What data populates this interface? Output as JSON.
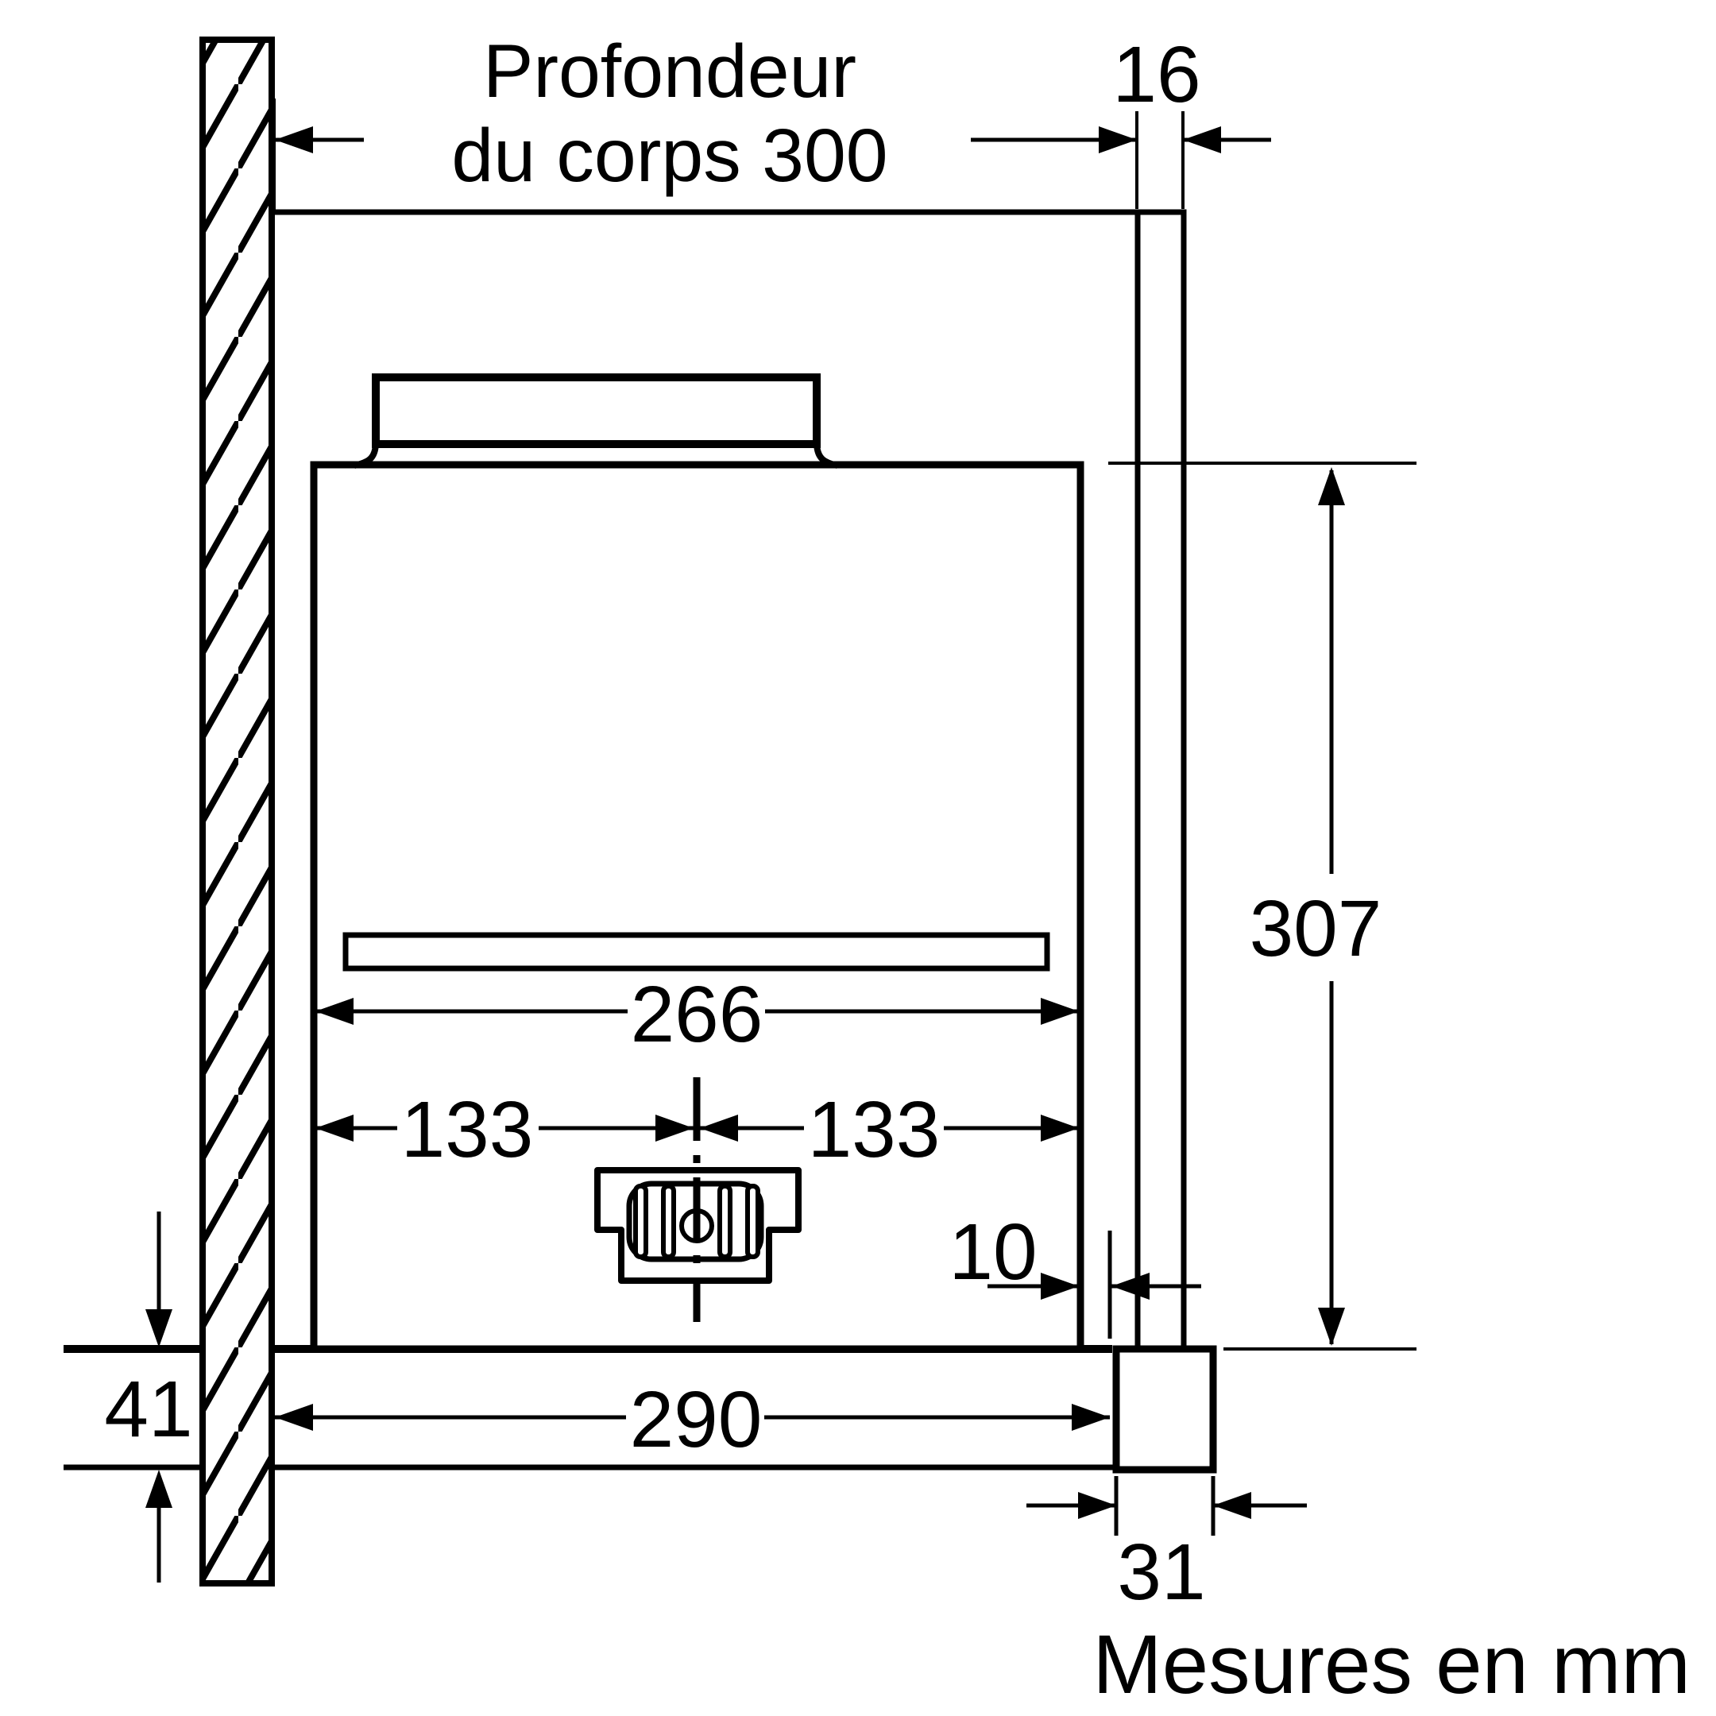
{
  "drawing": {
    "type": "installation-dimension-diagram",
    "unit_note": "Mesures en mm",
    "colors": {
      "line": "#000000",
      "background": "#ffffff"
    },
    "dimensions": {
      "body_depth": {
        "label_line1": "Profondeur",
        "label_line2": "du corps 300",
        "value": "300"
      },
      "panel_thickness": {
        "value": "16"
      },
      "niche_height": {
        "value": "307"
      },
      "body_width": {
        "value": "266"
      },
      "half_width_left": {
        "value": "133"
      },
      "half_width_right": {
        "value": "133"
      },
      "rear_gap": {
        "value": "10"
      },
      "base_depth": {
        "value": "290"
      },
      "base_thickness": {
        "value": "41"
      },
      "front_strip_width": {
        "value": "31"
      }
    }
  }
}
